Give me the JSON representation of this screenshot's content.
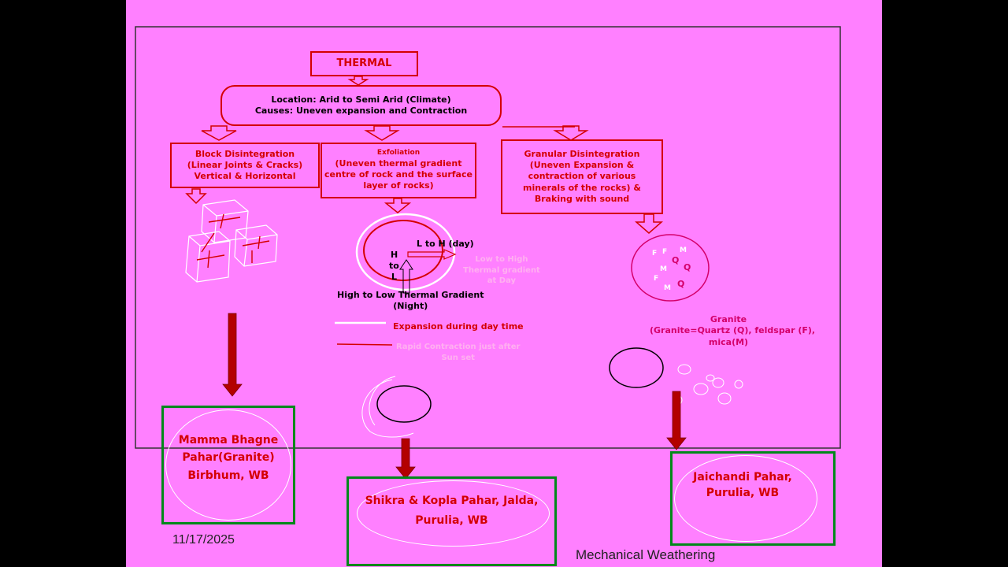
{
  "heading": "THERMAL",
  "climate": {
    "location": "Location: Arid to Semi Arid (Climate)",
    "causes": "Causes: Uneven expansion  and Contraction"
  },
  "branches": {
    "block": [
      "Block Disintegration",
      "(Linear Joints & Cracks)",
      "Vertical & Horizontal"
    ],
    "exfoliation": [
      "Exfoliation",
      "(Uneven thermal gradient",
      "centre of rock and the surface",
      "layer of rocks)"
    ],
    "granular": [
      "Granular Disintegration",
      "(Uneven Expansion &",
      "contraction of various",
      "minerals of the rocks) &",
      "Braking with sound"
    ]
  },
  "exfoliation_diagram": {
    "day_label": "L to H (day)",
    "h_letter": "H",
    "to_word": "to",
    "l_letter": "L",
    "day_gradient": [
      "Low to High",
      "Thermal gradient",
      "at Day"
    ],
    "night_gradient": [
      "High to Low Thermal Gradient",
      "(Night)"
    ],
    "legend_expansion": "Expansion during day time",
    "legend_contraction": [
      "Rapid Contraction just after",
      "Sun set"
    ]
  },
  "granular_diagram": {
    "mineral_letters": [
      "Q",
      "Q",
      "Q"
    ],
    "granite_title": "Granite",
    "granite_detail": [
      "(Granite=Quartz (Q), feldspar (F),",
      "mica(M)"
    ]
  },
  "examples": {
    "block": [
      "Mamma Bhagne",
      "Pahar(Granite)",
      "Birbhum, WB"
    ],
    "exfoliation": [
      "Shikra & Kopla Pahar, Jalda,",
      "Purulia, WB"
    ],
    "granular": [
      "Jaichandi Pahar,",
      "Purulia, WB"
    ]
  },
  "footer": {
    "date": "11/17/2025",
    "title": "Mechanical Weathering"
  },
  "colors": {
    "slide_background": "#ff80ff",
    "text_red": "#d40000",
    "arrow_dark_red": "#b30000",
    "frame_green": "#00881a",
    "granite_magenta": "#d4006a"
  }
}
